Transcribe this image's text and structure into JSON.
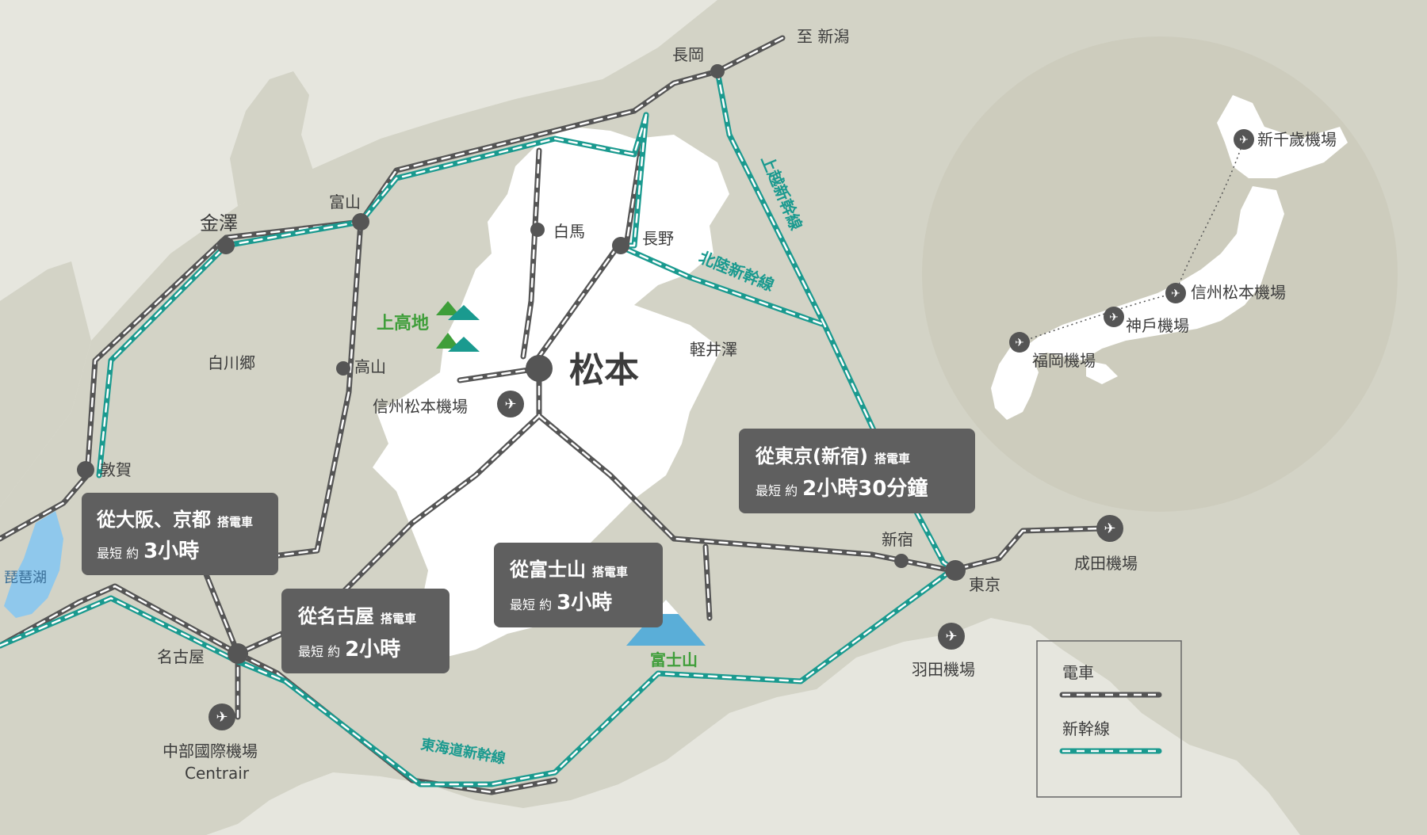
{
  "cities": {
    "matsumoto": "松本",
    "nagaoka": "長岡",
    "niigata": "至 新潟",
    "toyama": "富山",
    "kanazawa": "金澤",
    "hakuba": "白馬",
    "nagano": "長野",
    "kamikochi": "上高地",
    "shirakawago": "白川郷",
    "takayama": "高山",
    "shinshu_airport": "信州松本機場",
    "karuizawa": "軽井澤",
    "tsuruga": "敦賀",
    "biwako": "琵琶湖",
    "nagoya": "名古屋",
    "chubu_airport": "中部國際機場",
    "centrair": "Centrair",
    "fujisan": "富士山",
    "shinjuku": "新宿",
    "tokyo": "東京",
    "narita": "成田機場",
    "haneda": "羽田機場"
  },
  "routes": {
    "joetsu": "上越新幹線",
    "hokuriku": "北陸新幹線",
    "tokaido": "東海道新幹線"
  },
  "boxes": {
    "osaka": {
      "title": "從大阪、京都",
      "suffix": "搭電車",
      "prefix": "最短 約",
      "time": "3小時"
    },
    "nagoya": {
      "title": "從名古屋",
      "suffix": "搭電車",
      "prefix": "最短 約",
      "time": "2小時"
    },
    "fuji": {
      "title": "從富士山",
      "suffix": "搭電車",
      "prefix": "最短 約",
      "time": "3小時"
    },
    "tokyo": {
      "title": "從東京(新宿)",
      "suffix": "搭電車",
      "prefix": "最短 約",
      "time": "2小時30分鐘"
    }
  },
  "inset": {
    "new_chitose": "新千歲機場",
    "shinshu_matsumoto": "信州松本機場",
    "kobe": "神戶機場",
    "fukuoka": "福岡機場"
  },
  "legend": {
    "train": "電車",
    "shinkansen": "新幹線"
  },
  "colors": {
    "land": "#d3d3c6",
    "sea": "#e6e6de",
    "nagano_prefecture": "#ffffff",
    "train_line": "#555555",
    "shinkansen_line": "#1a9a8f",
    "info_box": "#5f5f5f",
    "lake": "#8fc8ec",
    "inset_circle": "#cdccbd"
  }
}
